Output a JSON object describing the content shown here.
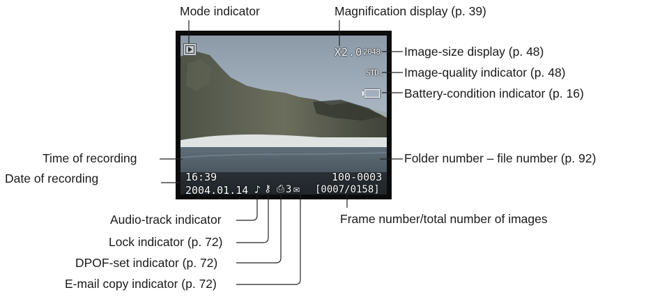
{
  "callouts": {
    "mode_indicator": "Mode indicator",
    "magnification_display": "Magnification display (p. 39)",
    "image_size_display": "Image-size display (p. 48)",
    "image_quality_indicator": "Image-quality indicator (p. 48)",
    "battery_condition_indicator": "Battery-condition indicator (p. 16)",
    "time_of_recording": "Time of recording",
    "folder_file_number": "Folder number – file number (p. 92)",
    "date_of_recording": "Date of recording",
    "frame_number": "Frame number/total number of images",
    "audio_track_indicator": "Audio-track indicator",
    "lock_indicator": "Lock indicator (p. 72)",
    "dpof_set_indicator": "DPOF-set indicator (p. 72)",
    "email_copy_indicator": "E-mail copy indicator (p. 72)"
  },
  "screen": {
    "magnification": "X2.0",
    "image_size": "2048",
    "quality": "STD.",
    "time": "16:39",
    "folder_file": "100-0003",
    "date": "2004.01.14",
    "dpof_count": "3",
    "frame_counter": "[0007/0158]"
  },
  "icons": [
    "play-mode-icon",
    "battery-icon",
    "audio-track-icon",
    "lock-key-icon",
    "dpof-print-icon",
    "email-envelope-icon"
  ]
}
